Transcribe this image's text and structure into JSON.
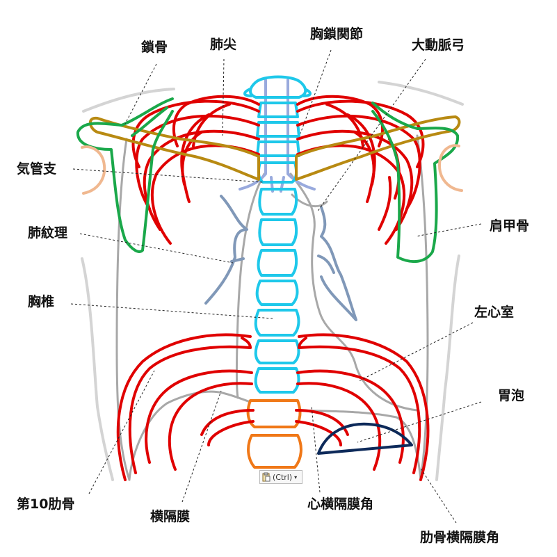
{
  "labels": {
    "clavicle": "鎖骨",
    "apex": "肺尖",
    "sternoclavicular": "胸鎖関節",
    "aortic_arch": "大動脈弓",
    "bronchus": "気管支",
    "scapula": "肩甲骨",
    "lung_markings": "肺紋理",
    "thoracic_vertebra": "胸椎",
    "left_ventricle": "左心室",
    "gastric_bubble": "胃泡",
    "tenth_rib": "第10肋骨",
    "diaphragm": "横隔膜",
    "cardiophrenic_angle": "心横隔膜角",
    "costophrenic_angle": "肋骨横隔膜角"
  },
  "paste_options": {
    "text": "(Ctrl)",
    "icon": "clipboard-icon",
    "caret": "▾"
  },
  "colors": {
    "ribs": "#e00000",
    "vertebrae_thoracic": "#1ec8ea",
    "vertebrae_lumbar": "#f07818",
    "clavicle": "#b88a12",
    "scapula": "#1aa84a",
    "lung_markings": "#8098b8",
    "bronchus": "#99aadd",
    "body_outline": "#aaaaaa",
    "skin_outline": "#d0d0d0",
    "humeral_head": "#f0b890",
    "gastric_bubble": "#0d2a5a"
  }
}
